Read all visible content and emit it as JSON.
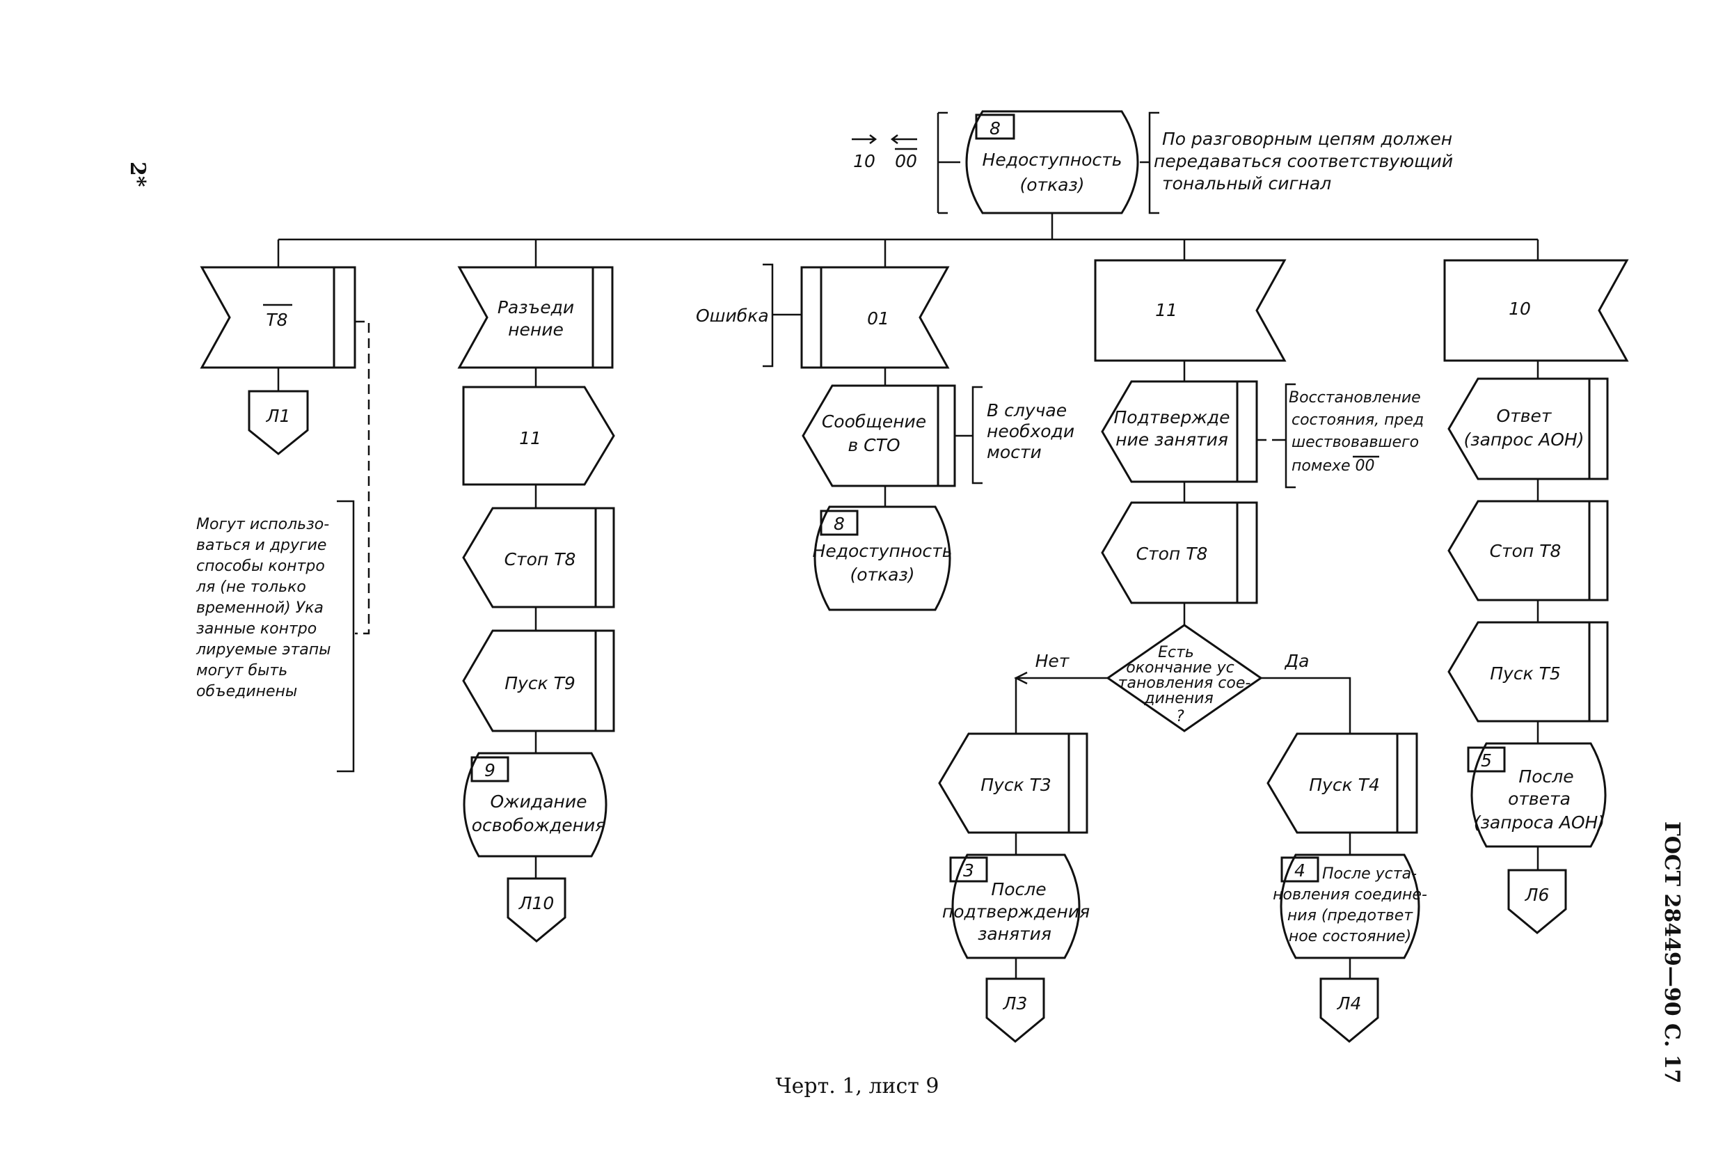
{
  "margin": {
    "sheet_mark": "2*",
    "standard_ref": "ГОСТ 28449—90 С. 17"
  },
  "caption": "Черт. 1, лист 9",
  "top_state": {
    "number": "8",
    "lines": [
      "Недоступность",
      "(отказ)"
    ],
    "left_signals": [
      "10",
      "00"
    ],
    "comment": [
      "По разговорным цепям должен",
      "передаваться соответствующий",
      "тональный сигнал"
    ]
  },
  "col1": {
    "input": "T8",
    "connector": "Л1",
    "comment": [
      "Могут использо-",
      "ваться и другие",
      "способы контро",
      "ля (не только",
      "временной) Ука",
      "занные контро",
      "лируемые этапы",
      "могут быть",
      "объединены"
    ]
  },
  "col2": {
    "input": [
      "Разъеди",
      "нение"
    ],
    "output": "11",
    "task1": "Стоп Т8",
    "task2": "Пуск Т9",
    "state": {
      "number": "9",
      "lines": [
        "Ожидание",
        "освобождения"
      ]
    },
    "connector": "Л10"
  },
  "col3": {
    "input": "01",
    "input_comment": "Ошибка",
    "task": [
      "Сообщение",
      "в СТО"
    ],
    "task_comment": [
      "В случае",
      "необходи",
      "мости"
    ],
    "state": {
      "number": "8",
      "lines": [
        "Недоступность",
        "(отказ)"
      ]
    }
  },
  "col4": {
    "input": "11",
    "task1": [
      "Подтвержде",
      "ние занятия"
    ],
    "task1_comment": [
      "Восстановление",
      "состояния, пред",
      "шествовавшего",
      "помехе 00"
    ],
    "task2": "Стоп Т8",
    "decision": [
      "Есть",
      "окончание ус",
      "тановления сое-",
      "динения",
      "?"
    ],
    "no_label": "Нет",
    "yes_label": "Да",
    "no_branch": {
      "task": "Пуск Т3",
      "state": {
        "number": "3",
        "lines": [
          "После",
          "подтверждения",
          "занятия"
        ]
      },
      "connector": "Л3"
    },
    "yes_branch": {
      "task": "Пуск Т4",
      "state": {
        "number": "4",
        "lines": [
          "После уста-",
          "новления соедине-",
          "ния (предответ",
          "ное состояние)"
        ]
      },
      "connector": "Л4"
    }
  },
  "col5": {
    "input": "10",
    "output": [
      "Ответ",
      "(запрос АОН)"
    ],
    "task1": "Стоп Т8",
    "task2": "Пуск Т5",
    "state": {
      "number": "5",
      "lines": [
        "После",
        "ответа",
        "(запроса АОН)"
      ]
    },
    "connector": "Л6"
  }
}
